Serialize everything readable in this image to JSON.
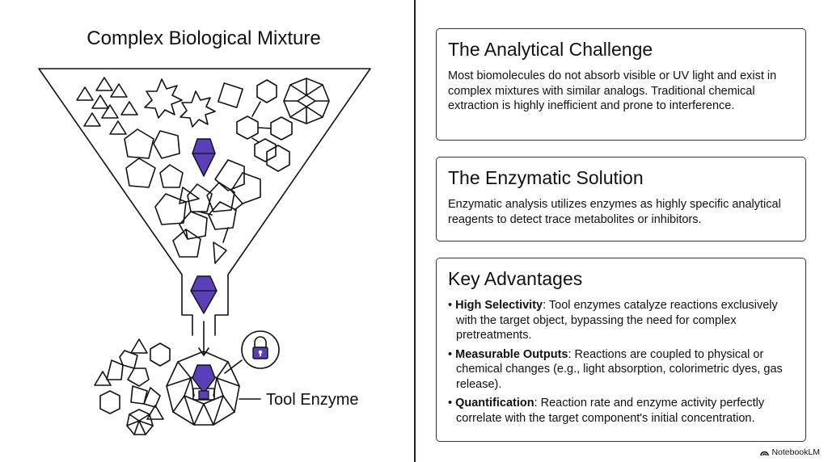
{
  "left": {
    "title": "Complex Biological Mixture",
    "enzyme_label": "Tool Enzyme"
  },
  "cards": {
    "challenge": {
      "title": "The Analytical Challenge",
      "body": "Most biomolecules do not absorb visible or UV light and exist in complex mixtures with similar analogs. Traditional chemical extraction is highly inefficient and prone to interference."
    },
    "solution": {
      "title": "The Enzymatic Solution",
      "body": "Enzymatic analysis utilizes enzymes as highly specific analytical reagents to detect trace metabolites or inhibitors."
    },
    "advantages": {
      "title": "Key Advantages",
      "items": [
        {
          "bullet": "•",
          "term": "High Selectivity",
          "text": ": Tool enzymes catalyze reactions exclusively with the target object, bypassing the need for complex pretreatments."
        },
        {
          "bullet": "•",
          "term": "Measurable Outputs",
          "text": ": Reactions are coupled to physical or chemical changes (e.g., light absorption, colorimetric dyes, gas release)."
        },
        {
          "bullet": "•",
          "term": "Quantification",
          "text": ": Reaction rate and enzyme activity perfectly correlate with the target component's initial concentration."
        }
      ]
    }
  },
  "footer": {
    "brand": "NotebookLM",
    "logo_icon": "notebooklm-logo-icon"
  },
  "colors": {
    "target_molecule": "#5a3fb8",
    "line": "#111111"
  }
}
